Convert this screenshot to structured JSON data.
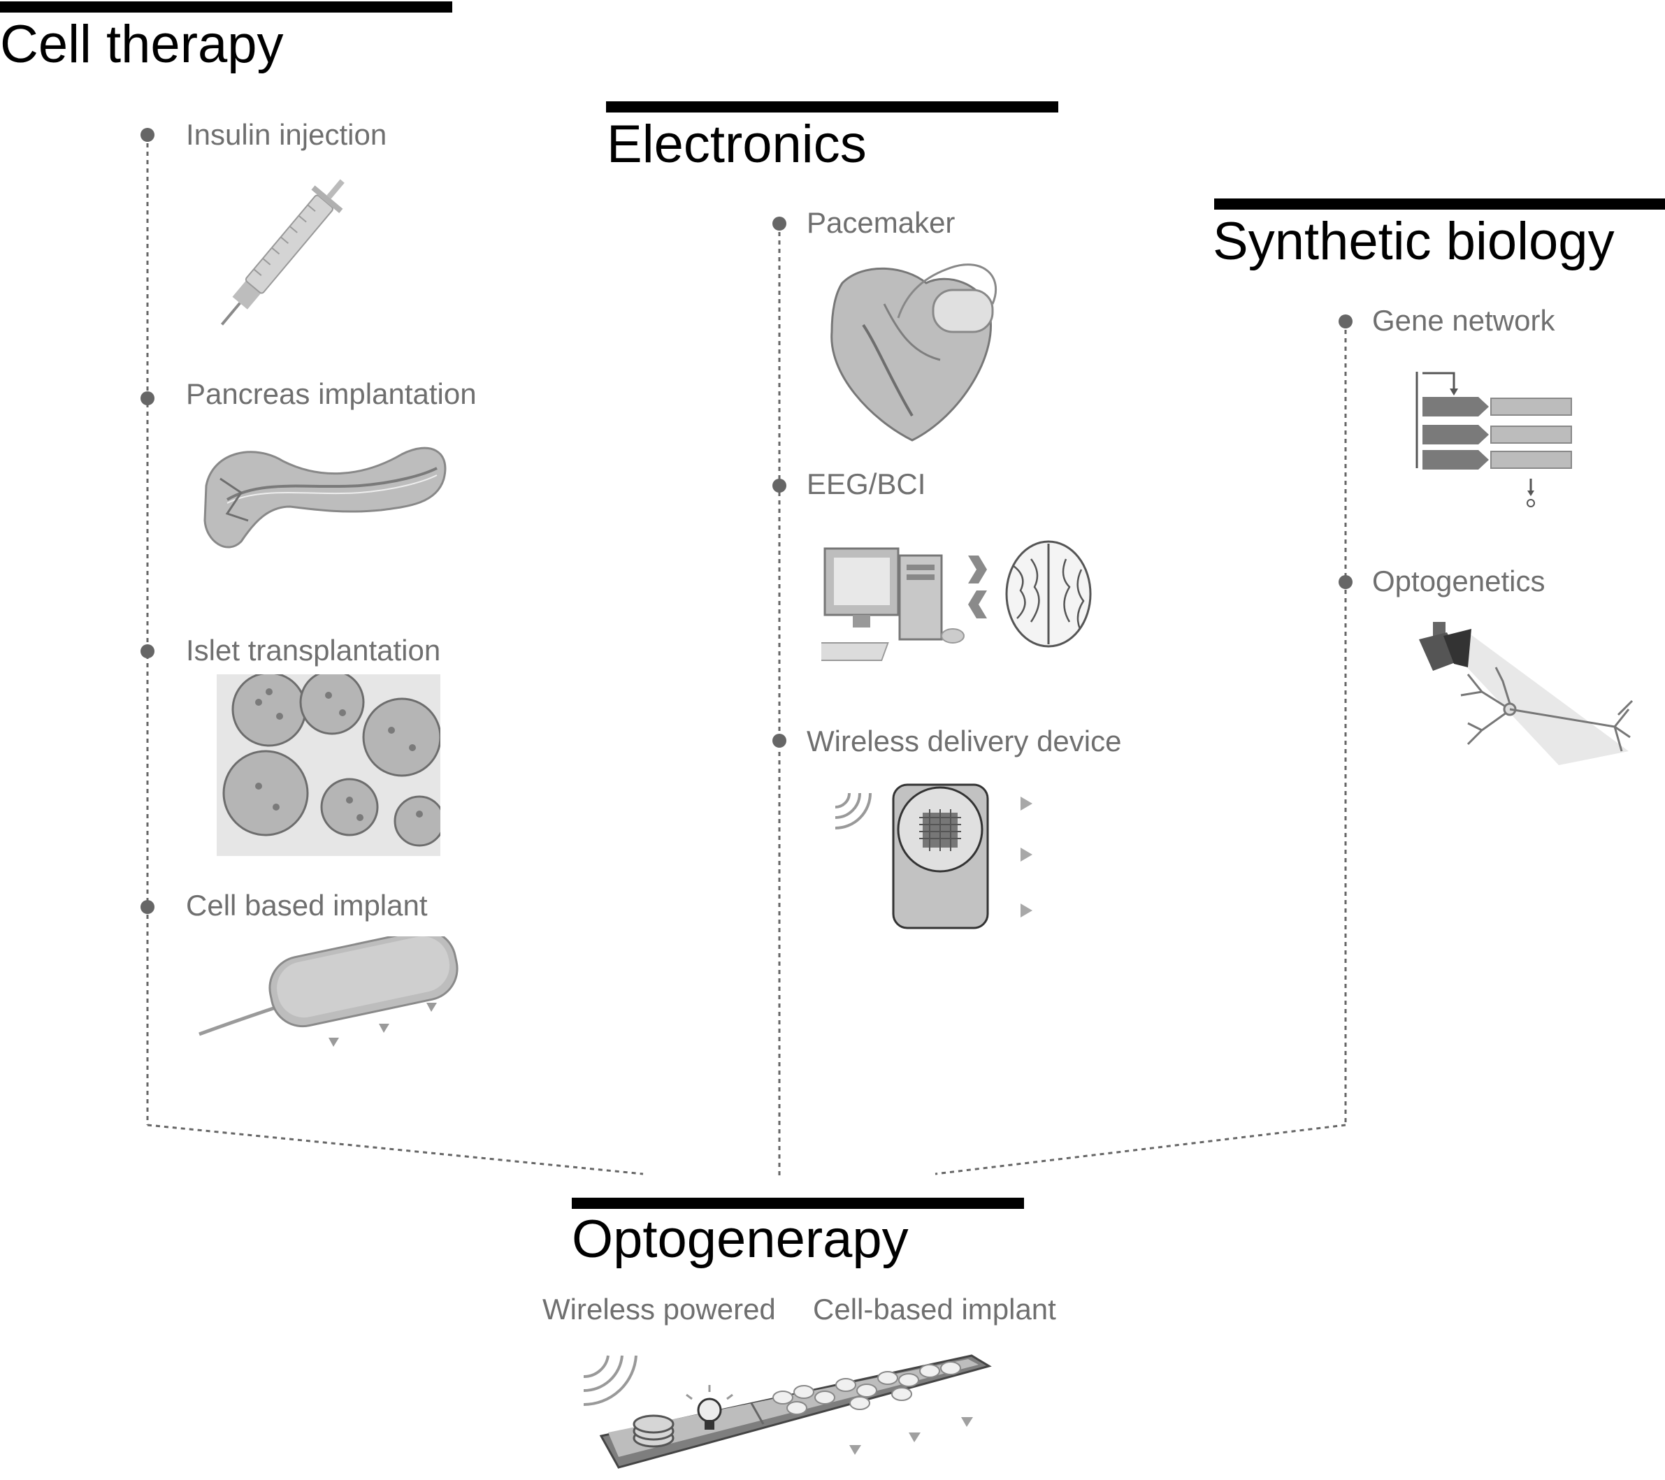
{
  "sections": {
    "cell_therapy": {
      "title": "Cell therapy",
      "items": [
        "Insulin injection",
        "Pancreas implantation",
        "Islet transplantation",
        "Cell based implant"
      ]
    },
    "electronics": {
      "title": "Electronics",
      "items": [
        "Pacemaker",
        "EEG/BCI",
        "Wireless delivery device"
      ]
    },
    "synthetic_biology": {
      "title": "Synthetic biology",
      "items": [
        "Gene network",
        "Optogenetics"
      ]
    },
    "optogenerapy": {
      "title": "Optogenerapy",
      "labels": [
        "Wireless powered",
        "Cell-based implant"
      ]
    }
  },
  "icons": [
    "syringe-icon",
    "pancreas-icon",
    "islet-tissue-icon",
    "cell-implant-icon",
    "heart-pacemaker-icon",
    "computer-brain-icon",
    "wireless-device-icon",
    "gene-network-icon",
    "optogenetics-neuron-icon",
    "optogenerapy-implant-icon"
  ],
  "colors": {
    "heading": "#000000",
    "label": "#6f6f6f",
    "connector": "#666666",
    "illustration": "#9a9a9a"
  }
}
